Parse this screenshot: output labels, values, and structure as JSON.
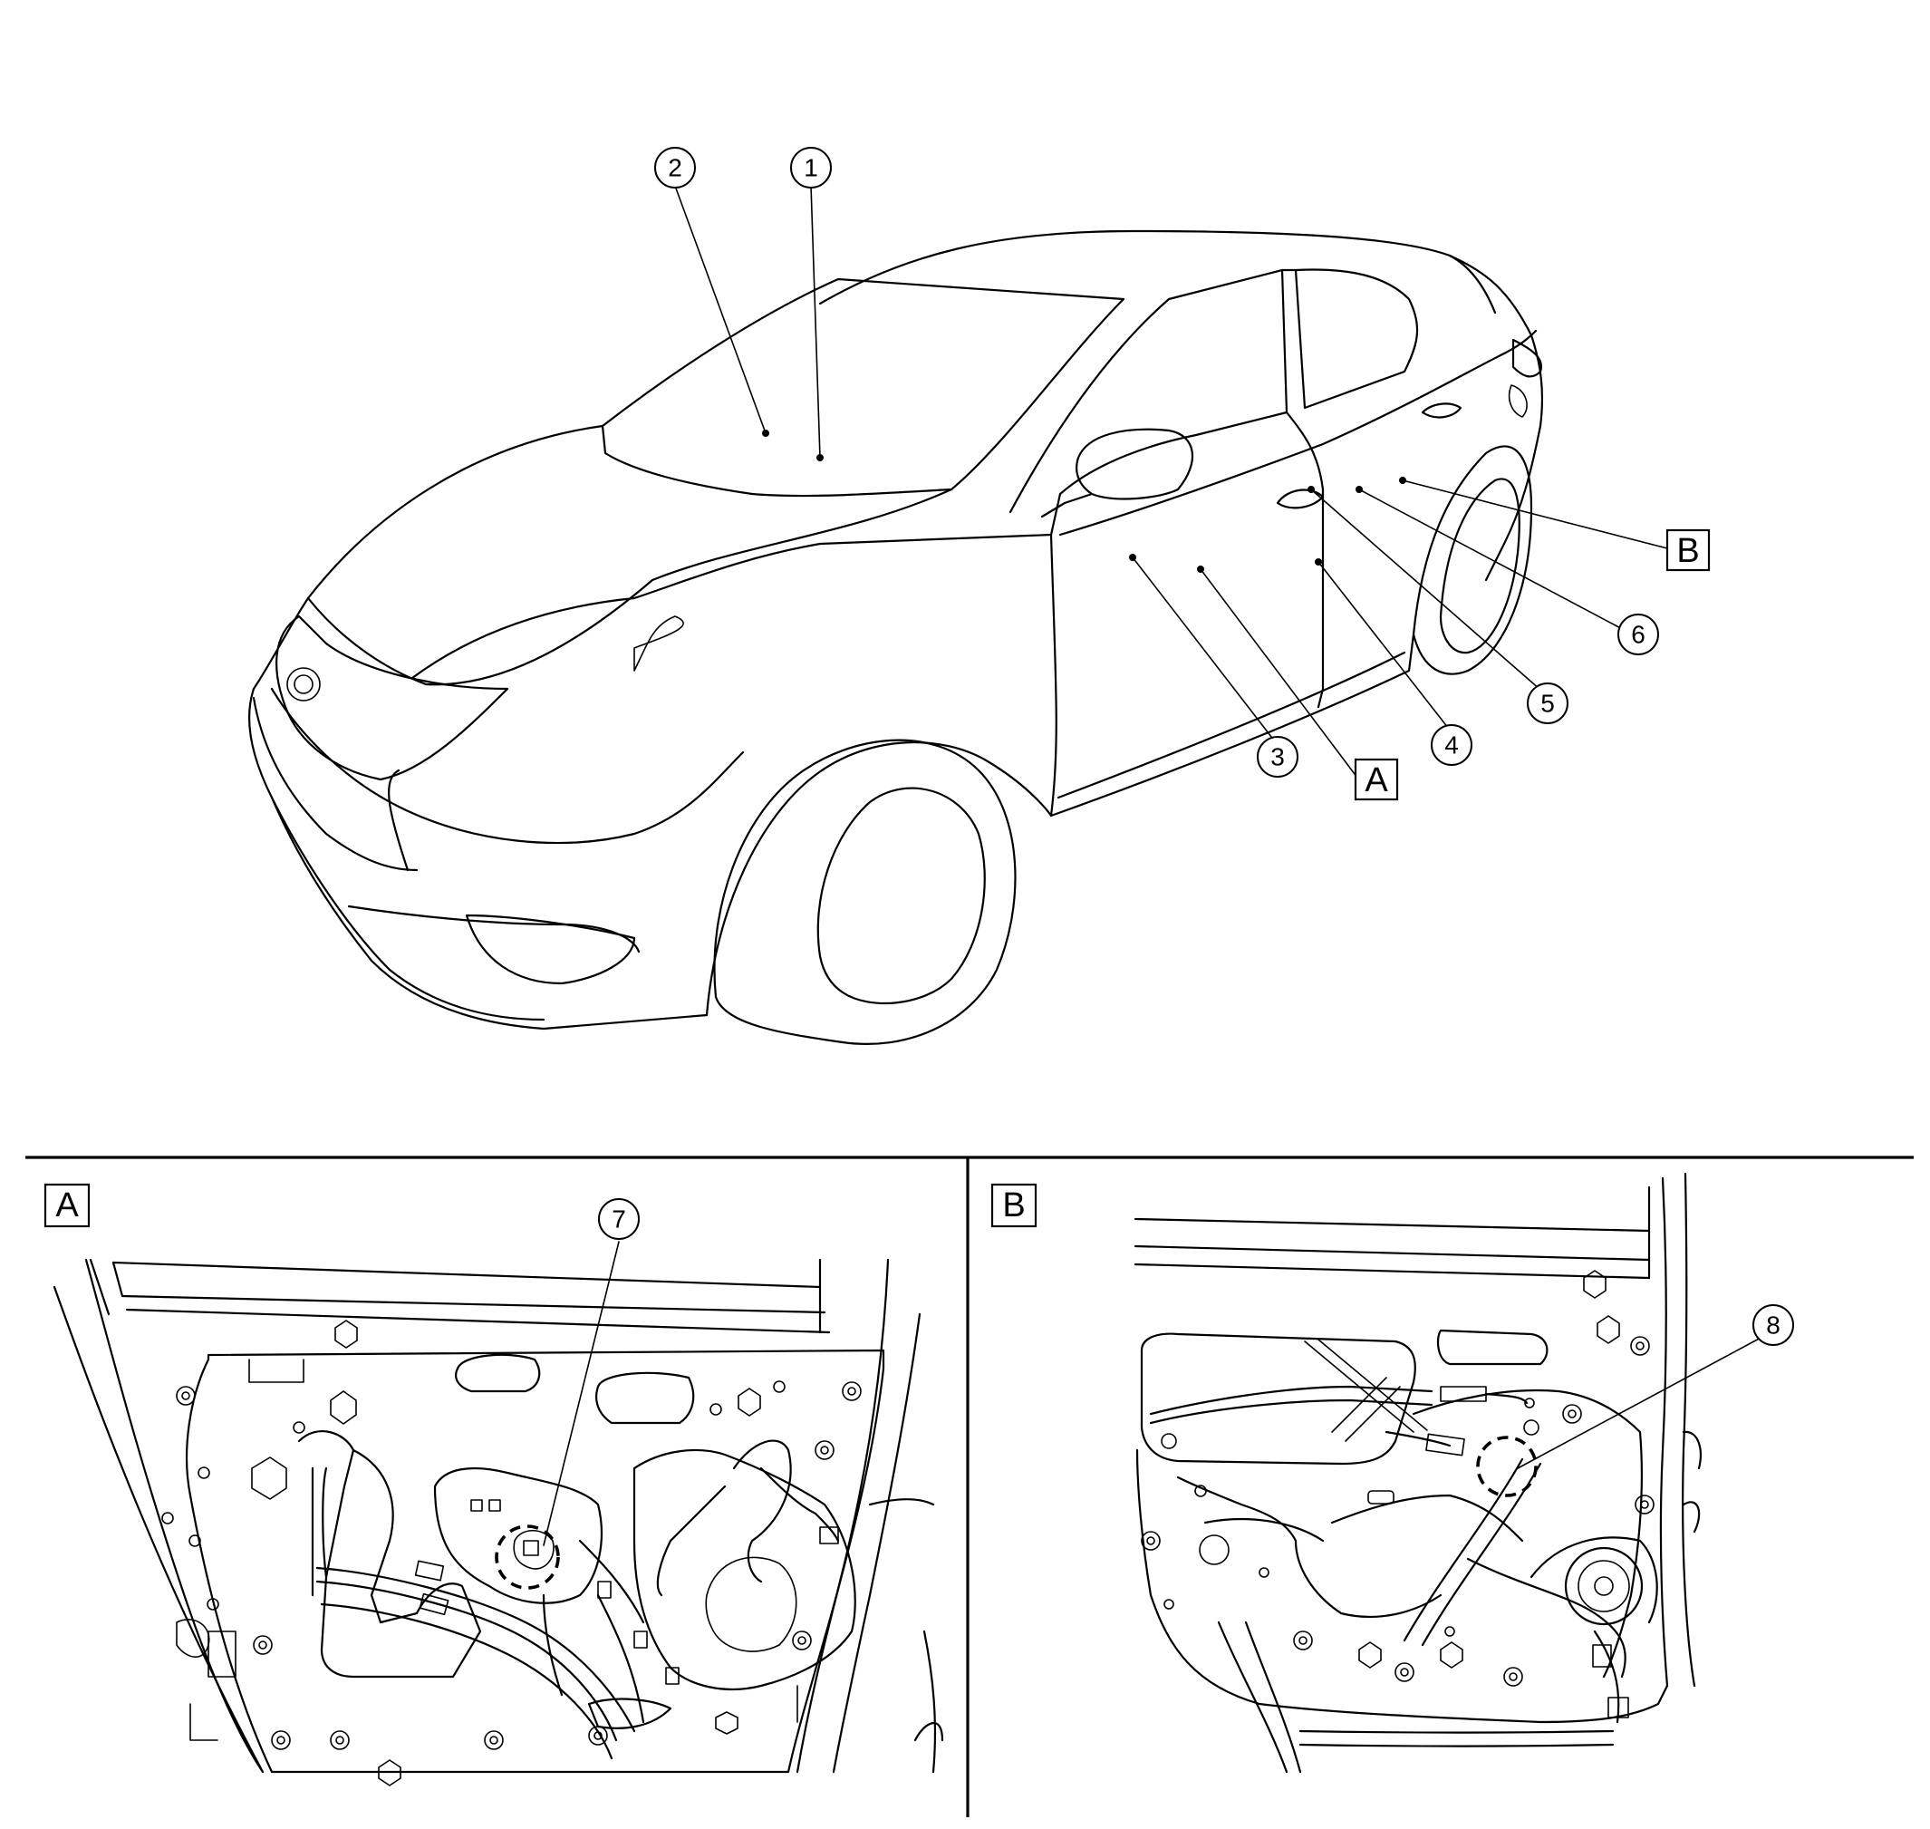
{
  "callouts": {
    "c1": "1",
    "c2": "2",
    "c3": "3",
    "c4": "4",
    "c5": "5",
    "c6": "6",
    "c7": "7",
    "c8": "8"
  },
  "views": {
    "a_ref": "A",
    "b_ref": "B",
    "a_title": "A",
    "b_title": "B"
  }
}
